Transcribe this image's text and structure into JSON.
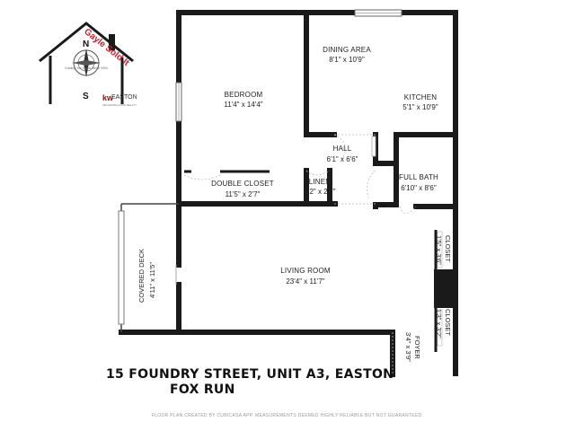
{
  "logo": {
    "brand": "Gayle Sold It",
    "north": "N",
    "south": "S",
    "tagline": "Guiding You Home Since 2004",
    "agency_kw": "kw",
    "agency_name": "EASTON",
    "agency_sub": "KELLERWILLIAMS REALTY"
  },
  "rooms": {
    "dining": {
      "name": "DINING AREA",
      "dim": "8'1\" x 10'9\""
    },
    "kitchen": {
      "name": "KITCHEN",
      "dim": "5'1\" x 10'9\""
    },
    "bedroom": {
      "name": "BEDROOM",
      "dim": "11'4\" x 14'4\""
    },
    "hall": {
      "name": "HALL",
      "dim": "6'1\" x 6'6\""
    },
    "full_bath": {
      "name": "FULL BATH",
      "dim": "6'10\" x 8'6\""
    },
    "double_closet": {
      "name": "DOUBLE CLOSET",
      "dim": "11'5\" x 2'7\""
    },
    "linen": {
      "name": "LINEN",
      "dim": "2'2\" x 2'7\""
    },
    "living": {
      "name": "LIVING ROOM",
      "dim": "23'4\" x 11'7\""
    },
    "covered_deck": {
      "name": "COVERED DECK",
      "dim": "4'11\" x 11'5\""
    },
    "closet_1": {
      "name": "CLOSET",
      "dim": "1'5\" x 3'6\""
    },
    "closet_2": {
      "name": "CLOSET",
      "dim": "1'3\" x 3'2\""
    },
    "foyer": {
      "name": "FOYER",
      "dim": "3'4\" x 3'9\""
    }
  },
  "address": {
    "line1": "15 FOUNDRY STREET, UNIT A3, EASTON",
    "line2": "FOX RUN"
  },
  "footer": "FLOOR PLAN CREATED BY CUBICASA APP. MEASUREMENTS DEEMED HIGHLY RELIABLE BUT NOT GUARANTEED.",
  "colors": {
    "wall": "#1a1a1a",
    "brand_red": "#c8202f",
    "kw_red": "#b40101"
  }
}
